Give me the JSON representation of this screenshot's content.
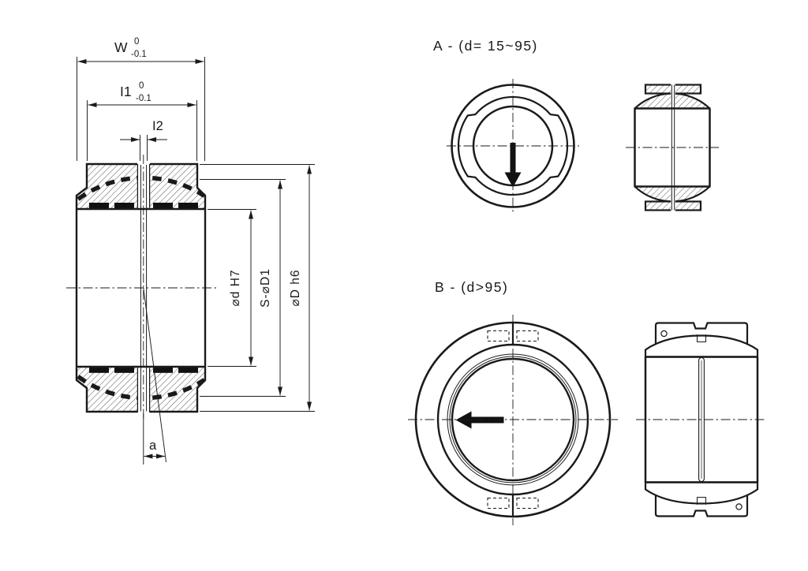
{
  "page": {
    "background": "#ffffff",
    "line_color": "#1a1a1a",
    "liner_color": "#111111"
  },
  "main_view": {
    "dimensions": {
      "width": {
        "label": "W",
        "tol_upper": "0",
        "tol_lower": "-0.1"
      },
      "inner_width": {
        "label": "I1",
        "tol_upper": "0",
        "tol_lower": "-0.1"
      },
      "groove_width": {
        "label": "I2"
      },
      "bore": {
        "label": "⌀d H7"
      },
      "sphere": {
        "label": "S-⌀D1"
      },
      "outer_diameter": {
        "label": "⌀D h6"
      },
      "tilt_angle": {
        "label": "a"
      }
    }
  },
  "variant_a": {
    "title": "A - (d= 15~95)"
  },
  "variant_b": {
    "title": "B - (d>95)"
  }
}
